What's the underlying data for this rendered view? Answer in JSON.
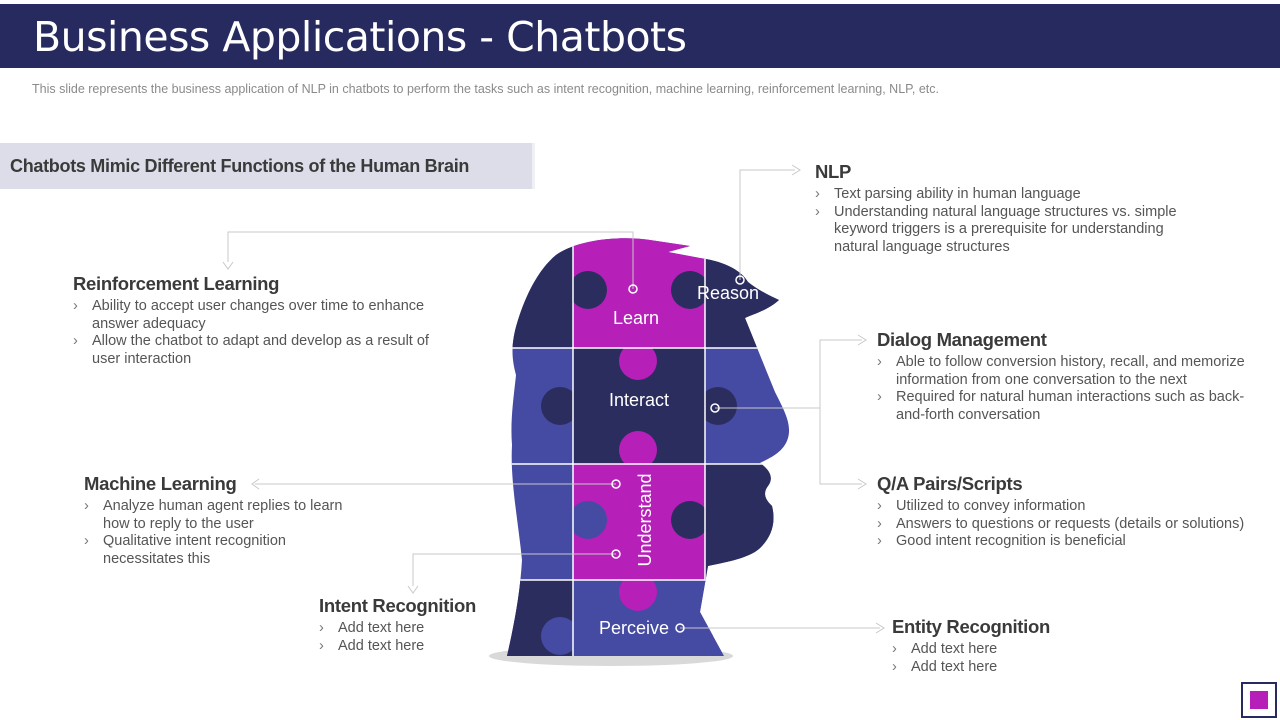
{
  "title": "Business Applications - Chatbots",
  "subtitle": "This slide represents the business application of NLP in chatbots to perform the tasks such as intent recognition, machine learning, reinforcement learning, NLP, etc.",
  "banner": "Chatbots Mimic Different Functions of the Human Brain",
  "colors": {
    "navy": "#272a5e",
    "dark_piece": "#2c2d5f",
    "blue_piece": "#454aa3",
    "magenta_piece": "#b61fb8",
    "shadow": "#d9d9d9"
  },
  "puzzle_labels": {
    "learn": "Learn",
    "reason": "Reason",
    "interact": "Interact",
    "understand": "Understand",
    "perceive": "Perceive"
  },
  "blocks": {
    "reinforcement": {
      "title": "Reinforcement Learning",
      "items": [
        "Ability to accept user changes over time to enhance answer adequacy",
        "Allow the chatbot to adapt and develop as a result of user interaction"
      ]
    },
    "machine": {
      "title": "Machine Learning",
      "items": [
        "Analyze human agent replies to learn how to reply to the user",
        "Qualitative intent recognition necessitates this"
      ]
    },
    "intent": {
      "title": "Intent Recognition",
      "items": [
        "Add text here",
        "Add text here"
      ]
    },
    "nlp": {
      "title": "NLP",
      "items": [
        "Text parsing ability in human language",
        "Understanding natural language structures vs. simple keyword triggers is a prerequisite for understanding natural language structures"
      ]
    },
    "dialog": {
      "title": "Dialog Management",
      "items": [
        "Able to follow conversion history, recall, and memorize information from one conversation to the next",
        "Required for natural human interactions such as back-and-forth conversation"
      ]
    },
    "qa": {
      "title": "Q/A Pairs/Scripts",
      "items": [
        "Utilized to convey information",
        "Answers to questions or requests (details or solutions)",
        "Good intent recognition is beneficial"
      ]
    },
    "entity": {
      "title": "Entity Recognition",
      "items": [
        "Add text here",
        "Add text here"
      ]
    }
  }
}
